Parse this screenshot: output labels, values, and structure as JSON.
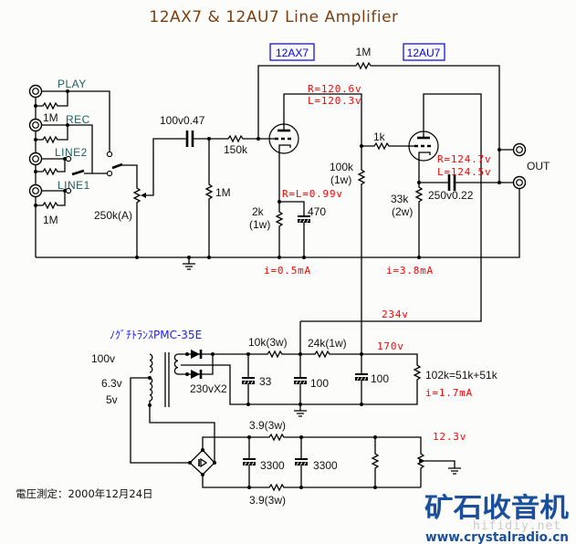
{
  "title": "12AX7 & 12AU7 Line Amplifier",
  "tubes": {
    "v1_label": "12AX7",
    "v2_label": "12AU7"
  },
  "input_section": {
    "jacks": {
      "play": "PLAY",
      "rec": "REC",
      "line2": "LINE2",
      "line1": "LINE1"
    },
    "input_resistor_top": "1M",
    "input_resistor_bottom": "1M",
    "volume_pot": "250k(A)",
    "coupling_cap": "100v0.47",
    "grid_resistor": "1M",
    "grid_stopper": "150k"
  },
  "feedback": {
    "resistor": "1M"
  },
  "stage1": {
    "plate_voltage_r": "R=120.6v",
    "plate_voltage_l": "L=120.3v",
    "cathode_voltage": "R=L=0.99v",
    "cathode_resistor": "2k",
    "cathode_resistor_power": "(1w)",
    "bypass_cap": "470",
    "plate_resistor": "100k",
    "plate_resistor_power": "(1w)",
    "current": "i=0.5mA"
  },
  "stage2": {
    "grid_stopper": "1k",
    "cathode_voltage_r": "R=124.7v",
    "cathode_voltage_l": "L=124.5v",
    "cathode_resistor": "33k",
    "cathode_resistor_power": "(2w)",
    "output_cap": "250v0.22",
    "current": "i=3.8mA",
    "output_label": "OUT"
  },
  "power_supply": {
    "transformer": "ﾉｸﾞﾁﾄﾗﾝｽPMC-35E",
    "tap_100v": "100v",
    "tap_6_3v": "6.3v",
    "tap_5v": "5v",
    "diodes": "230vX2",
    "r1": "10k(3w)",
    "c1": "33",
    "r2": "24k(1w)",
    "c2": "100",
    "c3": "100",
    "bleeder": "102k=51k+51k",
    "bleeder_current": "i=1.7mA",
    "v_b1": "234v",
    "v_b2": "170v"
  },
  "heater_supply": {
    "r_top": "3.9(3w)",
    "r_bottom": "3.9(3w)",
    "c1": "3300",
    "c2": "3300",
    "voltage": "12.3v"
  },
  "footer": {
    "date_note": "電圧測定：2000年12月24日"
  },
  "watermark": {
    "logo": "矿石收音机",
    "site_overlay": "hifidiy.net",
    "url": "www.crystalradio.cn"
  },
  "colors": {
    "title": "#7a4012",
    "tube_label": "#0000e0",
    "jack_label": "#1d5f5f",
    "measurement": "#ff0000",
    "transformer_label": "#1a1aff",
    "watermark": "#1b4f9c"
  }
}
